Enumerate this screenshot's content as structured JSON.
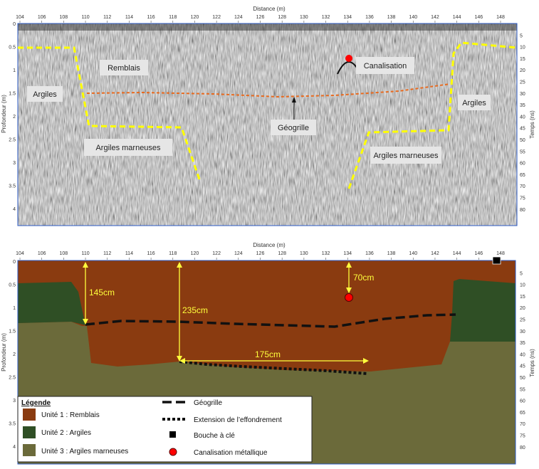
{
  "colors": {
    "remblais": "#8a3b10",
    "argiles": "#2f4f25",
    "marneuses": "#6b6a3a",
    "interface_dash": "#ffff00",
    "geogrid_radar": "#e86a1f",
    "measure": "#ffff3c",
    "canalisation": "#ff0000",
    "bouche": "#000000",
    "frame": "#2b59c3"
  },
  "axes": {
    "x_label": "Distance (m)",
    "y_left_label": "Profondeur (m)",
    "y_right_label": "Temps (ns)",
    "x_ticks": [
      "104",
      "106",
      "108",
      "110",
      "112",
      "114",
      "116",
      "118",
      "120",
      "122",
      "124",
      "126",
      "128",
      "130",
      "132",
      "134",
      "136",
      "138",
      "140",
      "142",
      "144",
      "146",
      "148"
    ],
    "depth_ticks": [
      "0",
      "0.5",
      "1",
      "1.5",
      "2",
      "2.5",
      "3",
      "3.5",
      "4"
    ],
    "time_ticks": [
      "5",
      "10",
      "15",
      "20",
      "25",
      "30",
      "35",
      "40",
      "45",
      "50",
      "55",
      "60",
      "65",
      "70",
      "75",
      "80"
    ]
  },
  "radargram": {
    "labels": {
      "remblais": "Remblais",
      "argiles_left": "Argiles",
      "argiles_right": "Argiles",
      "canalisation": "Canalisation",
      "geogrille": "Géogrille",
      "marneuses_left": "Argiles marneuses",
      "marneuses_right": "Argiles marneuses"
    }
  },
  "model": {
    "measures": {
      "m145": "145cm",
      "m235": "235cm",
      "m175": "175cm",
      "m70": "70cm"
    },
    "legend": {
      "title": "Légende",
      "unit1": "Unité 1 : Remblais",
      "unit2": "Unité 2 : Argiles",
      "unit3": "Unité 3 : Argiles marneuses",
      "geogrille": "Géogrille",
      "extension": "Extension de l’effondrement",
      "bouche": "Bouche à clé",
      "canalisation": "Canalisation métallique"
    }
  }
}
